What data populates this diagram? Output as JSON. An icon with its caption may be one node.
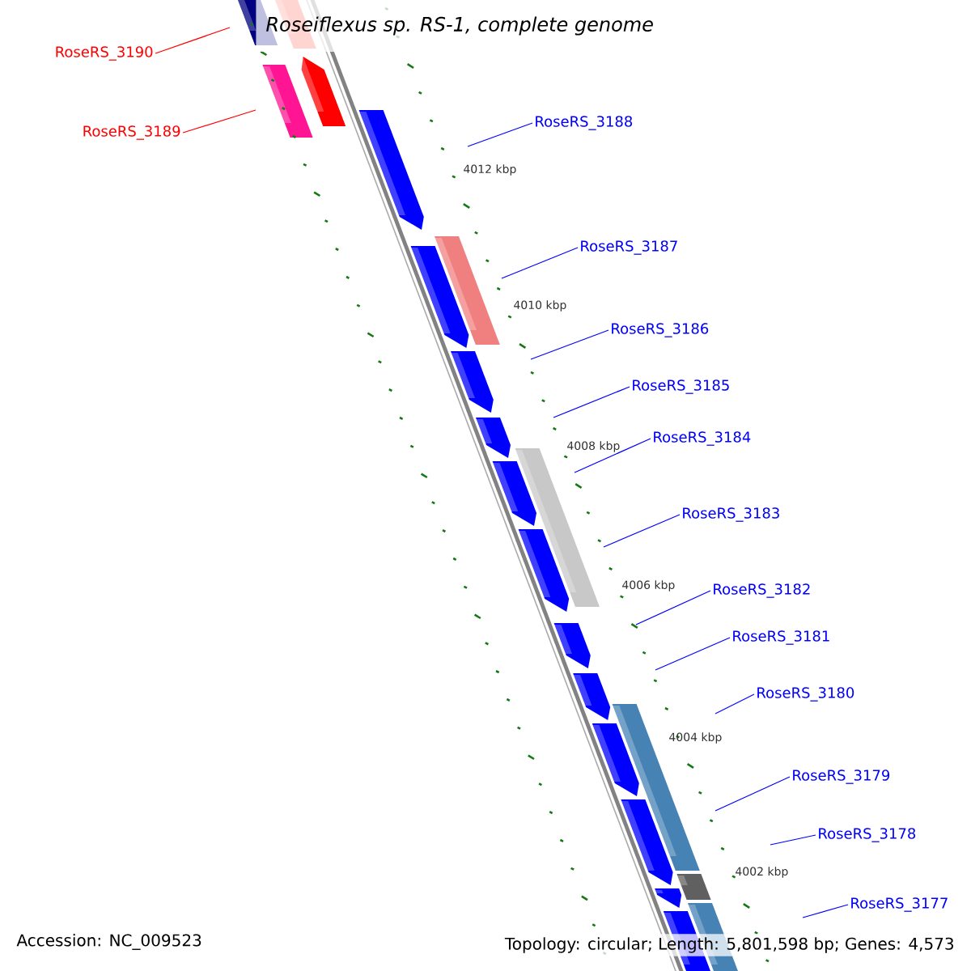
{
  "diagram": {
    "title": "*Roseiflexus sp. RS-1, complete genome*",
    "nodes": [
      {
        "text": [
          "RoseRS_3190"
        ]
      },
      {
        "text": [
          "RoseRS_3189"
        ]
      },
      {
        "text": [
          "RoseRS_3188"
        ]
      },
      {
        "text": [
          "RoseRS_3187"
        ]
      },
      {
        "text": [
          "RoseRS_3186"
        ]
      },
      {
        "text": [
          "RoseRS_3185"
        ]
      },
      {
        "text": [
          "RoseRS_3184"
        ]
      },
      {
        "text": [
          "RoseRS_3183"
        ]
      },
      {
        "text": [
          "RoseRS_3182"
        ]
      },
      {
        "text": [
          "RoseRS_3181"
        ]
      },
      {
        "text": [
          "RoseRS_3180"
        ]
      },
      {
        "text": [
          "RoseRS_3179"
        ]
      },
      {
        "text": [
          "RoseRS_3178"
        ]
      },
      {
        "text": [
          "RoseRS_3177"
        ]
      }
    ],
    "edges": [
      {
        "from": 0,
        "to": null,
        "arrow": "none",
        "color": "#ff0000"
      },
      {
        "from": 1,
        "to": null,
        "arrow": "none",
        "color": "#ff0000"
      },
      {
        "from": 2,
        "to": null,
        "arrow": "none"
      },
      {
        "from": 3,
        "to": null,
        "arrow": "none"
      },
      {
        "from": 4,
        "to": null,
        "arrow": "none"
      },
      {
        "from": 5,
        "to": null,
        "arrow": "none"
      },
      {
        "from": 6,
        "to": null,
        "arrow": "none"
      },
      {
        "from": 7,
        "to": null,
        "arrow": "none"
      },
      {
        "from": 8,
        "to": null,
        "arrow": "none"
      },
      {
        "from": 9,
        "to": null,
        "arrow": "none"
      },
      {
        "from": 10,
        "to": null,
        "arrow": "none"
      },
      {
        "from": 11,
        "to": null,
        "arrow": "none"
      },
      {
        "from": 12,
        "to": null,
        "arrow": "none"
      },
      {
        "from": 13,
        "to": null,
        "arrow": "none"
      }
    ],
    "labels": [
      "4012 kbp",
      "4010 kbp",
      "4008 kbp",
      "4006 kbp",
      "4004 kbp",
      "4002 kbp",
      "Accession: NC_009523",
      "Topology: circular; Length: 5,801,598 bp; Genes: 4,573"
    ]
  }
}
